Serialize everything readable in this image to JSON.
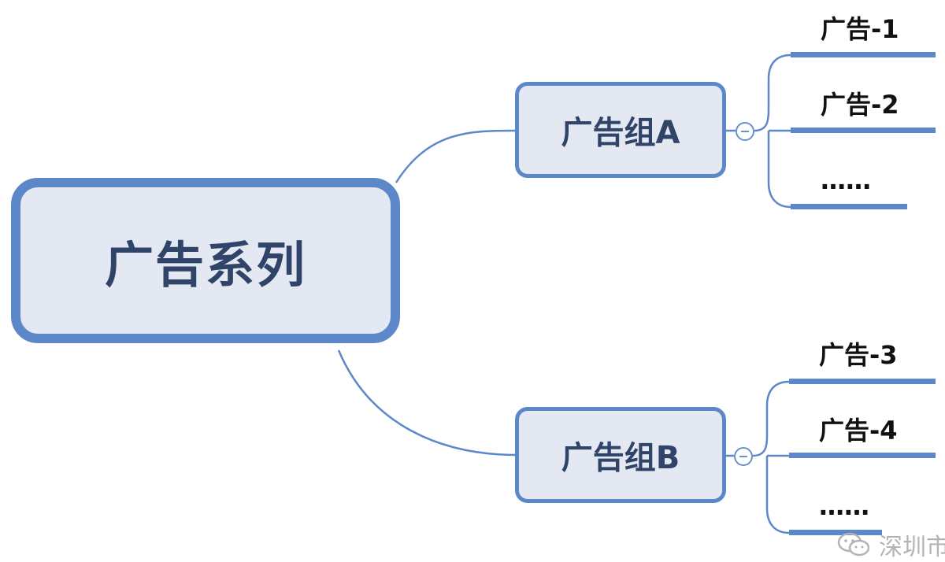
{
  "diagram": {
    "root": {
      "label": "广告系列"
    },
    "groups": [
      {
        "label": "广告组A",
        "leaves": [
          "广告-1",
          "广告-2",
          "……"
        ]
      },
      {
        "label": "广告组B",
        "leaves": [
          "广告-3",
          "广告-4",
          "……"
        ]
      }
    ]
  },
  "watermark": {
    "text": "深圳市",
    "icon": "wechat-icon"
  },
  "colors": {
    "node_fill": "#e3e8f2",
    "node_border": "#5c87c9",
    "node_text": "#2f4468",
    "leaf_text": "#111111",
    "connector": "#5c87c9"
  }
}
